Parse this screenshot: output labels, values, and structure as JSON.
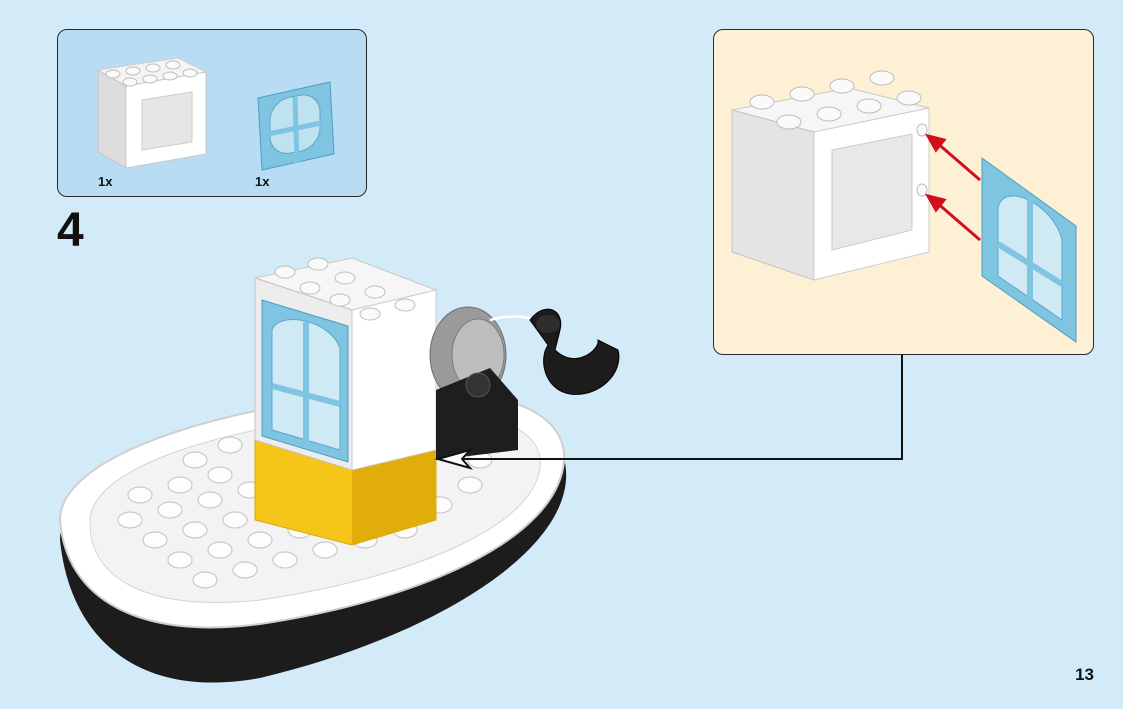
{
  "parts": [
    {
      "name": "duplo-window-frame-white",
      "quantity": "1x"
    },
    {
      "name": "duplo-window-pane-blue",
      "quantity": "1x"
    }
  ],
  "step": {
    "number": "4"
  },
  "page": {
    "number": "13"
  },
  "colors": {
    "background": "#d3ebf9",
    "parts_box": "#b8dcf4",
    "callout_box": "#fdf0d4",
    "brick_white": "#f2f2f2",
    "window_blue": "#7fc4e0",
    "brick_yellow": "#f5c51a",
    "hull_black": "#1c1c1c",
    "arrow_red": "#d0101d"
  }
}
